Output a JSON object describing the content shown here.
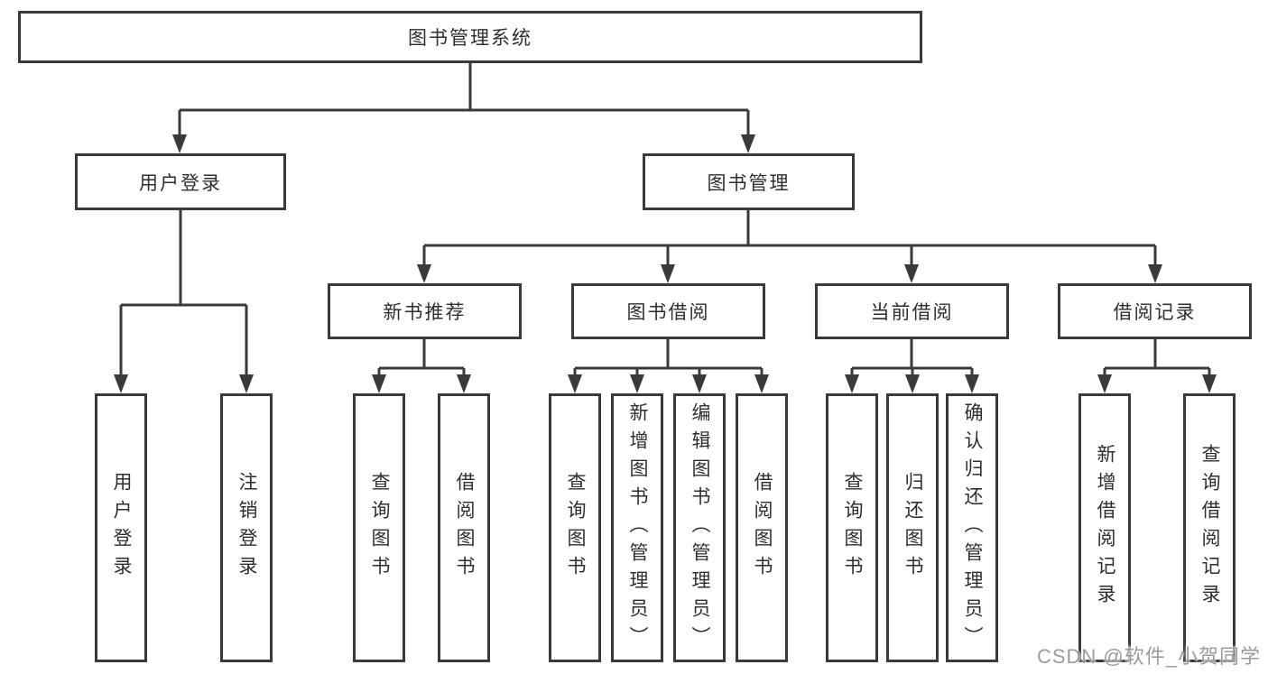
{
  "tree": {
    "label": "图书管理系统",
    "children": [
      {
        "label": "用户登录",
        "children": [
          {
            "label": "用户登录"
          },
          {
            "label": "注销登录"
          }
        ]
      },
      {
        "label": "图书管理",
        "children": [
          {
            "label": "新书推荐",
            "children": [
              {
                "label": "查询图书"
              },
              {
                "label": "借阅图书"
              }
            ]
          },
          {
            "label": "图书借阅",
            "children": [
              {
                "label": "查询图书"
              },
              {
                "label": "新增图书（管理员）"
              },
              {
                "label": "编辑图书（管理员）"
              },
              {
                "label": "借阅图书"
              }
            ]
          },
          {
            "label": "当前借阅",
            "children": [
              {
                "label": "查询图书"
              },
              {
                "label": "归还图书"
              },
              {
                "label": "确认归还（管理员）"
              }
            ]
          },
          {
            "label": "借阅记录",
            "children": [
              {
                "label": "新增借阅记录"
              },
              {
                "label": "查询借阅记录"
              }
            ]
          }
        ]
      }
    ]
  },
  "watermark": "CSDN @软件_小贺同学",
  "colors": {
    "line": "#3a3a3a",
    "text": "#2e2e2e",
    "background": "#ffffff",
    "watermark": "#9b9b9b"
  }
}
